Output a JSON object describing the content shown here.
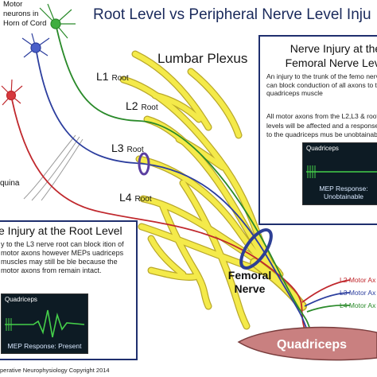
{
  "title": "Root Level vs Peripheral Nerve Level Inju",
  "labels": {
    "motor_neurons": "Motor neurons in Horn of Cord",
    "lumbar_plexus": "Lumbar Plexus",
    "cauda": "quina",
    "femoral_nerve": "Femoral Nerve",
    "copyright": "perative Neurophysiology Copyright 2014",
    "quadriceps_muscle": "Quadriceps"
  },
  "roots": [
    {
      "level": "L1",
      "suffix": "Root"
    },
    {
      "level": "L2",
      "suffix": "Root"
    },
    {
      "level": "L3",
      "suffix": "Root"
    },
    {
      "level": "L4",
      "suffix": "Root"
    }
  ],
  "femoral_box": {
    "title": "Nerve Injury at the Femoral Nerve Leve",
    "p1": "An injury to the trunk of the femo nerve can block conduction of all axons to the quadriceps muscle",
    "p2": "All motor axons from the L2,L3 & root levels will be affected and a response to the quadriceps mus be unobtainable.",
    "monitor_title": "Quadriceps",
    "monitor_response": "MEP Response: Unobtainable"
  },
  "root_box": {
    "title": "e Injury at the Root Level",
    "p": "y to the L3 nerve root can block ition of motor axons however MEPs uadriceps muscles may still be ble because the motor axons from remain intact.",
    "monitor_title": "Quadriceps",
    "monitor_response": "MEP Response: Present"
  },
  "legend": [
    {
      "label": "L2 Motor Ax",
      "color": "#c0282d"
    },
    {
      "label": "L3 Motor Ax",
      "color": "#2c3e9e"
    },
    {
      "label": "L4 Motor Ax",
      "color": "#2a8a2a"
    }
  ],
  "colors": {
    "title": "#1a2a5c",
    "box_border": "#1f2f6e",
    "nerve": "#f4ea4a",
    "nerve_outline": "#b9a82a",
    "lesion_ring": "#5a3ea0",
    "muscle": "#c98080",
    "monitor_bg": "#0d1b24",
    "trace": "#45d04a"
  }
}
